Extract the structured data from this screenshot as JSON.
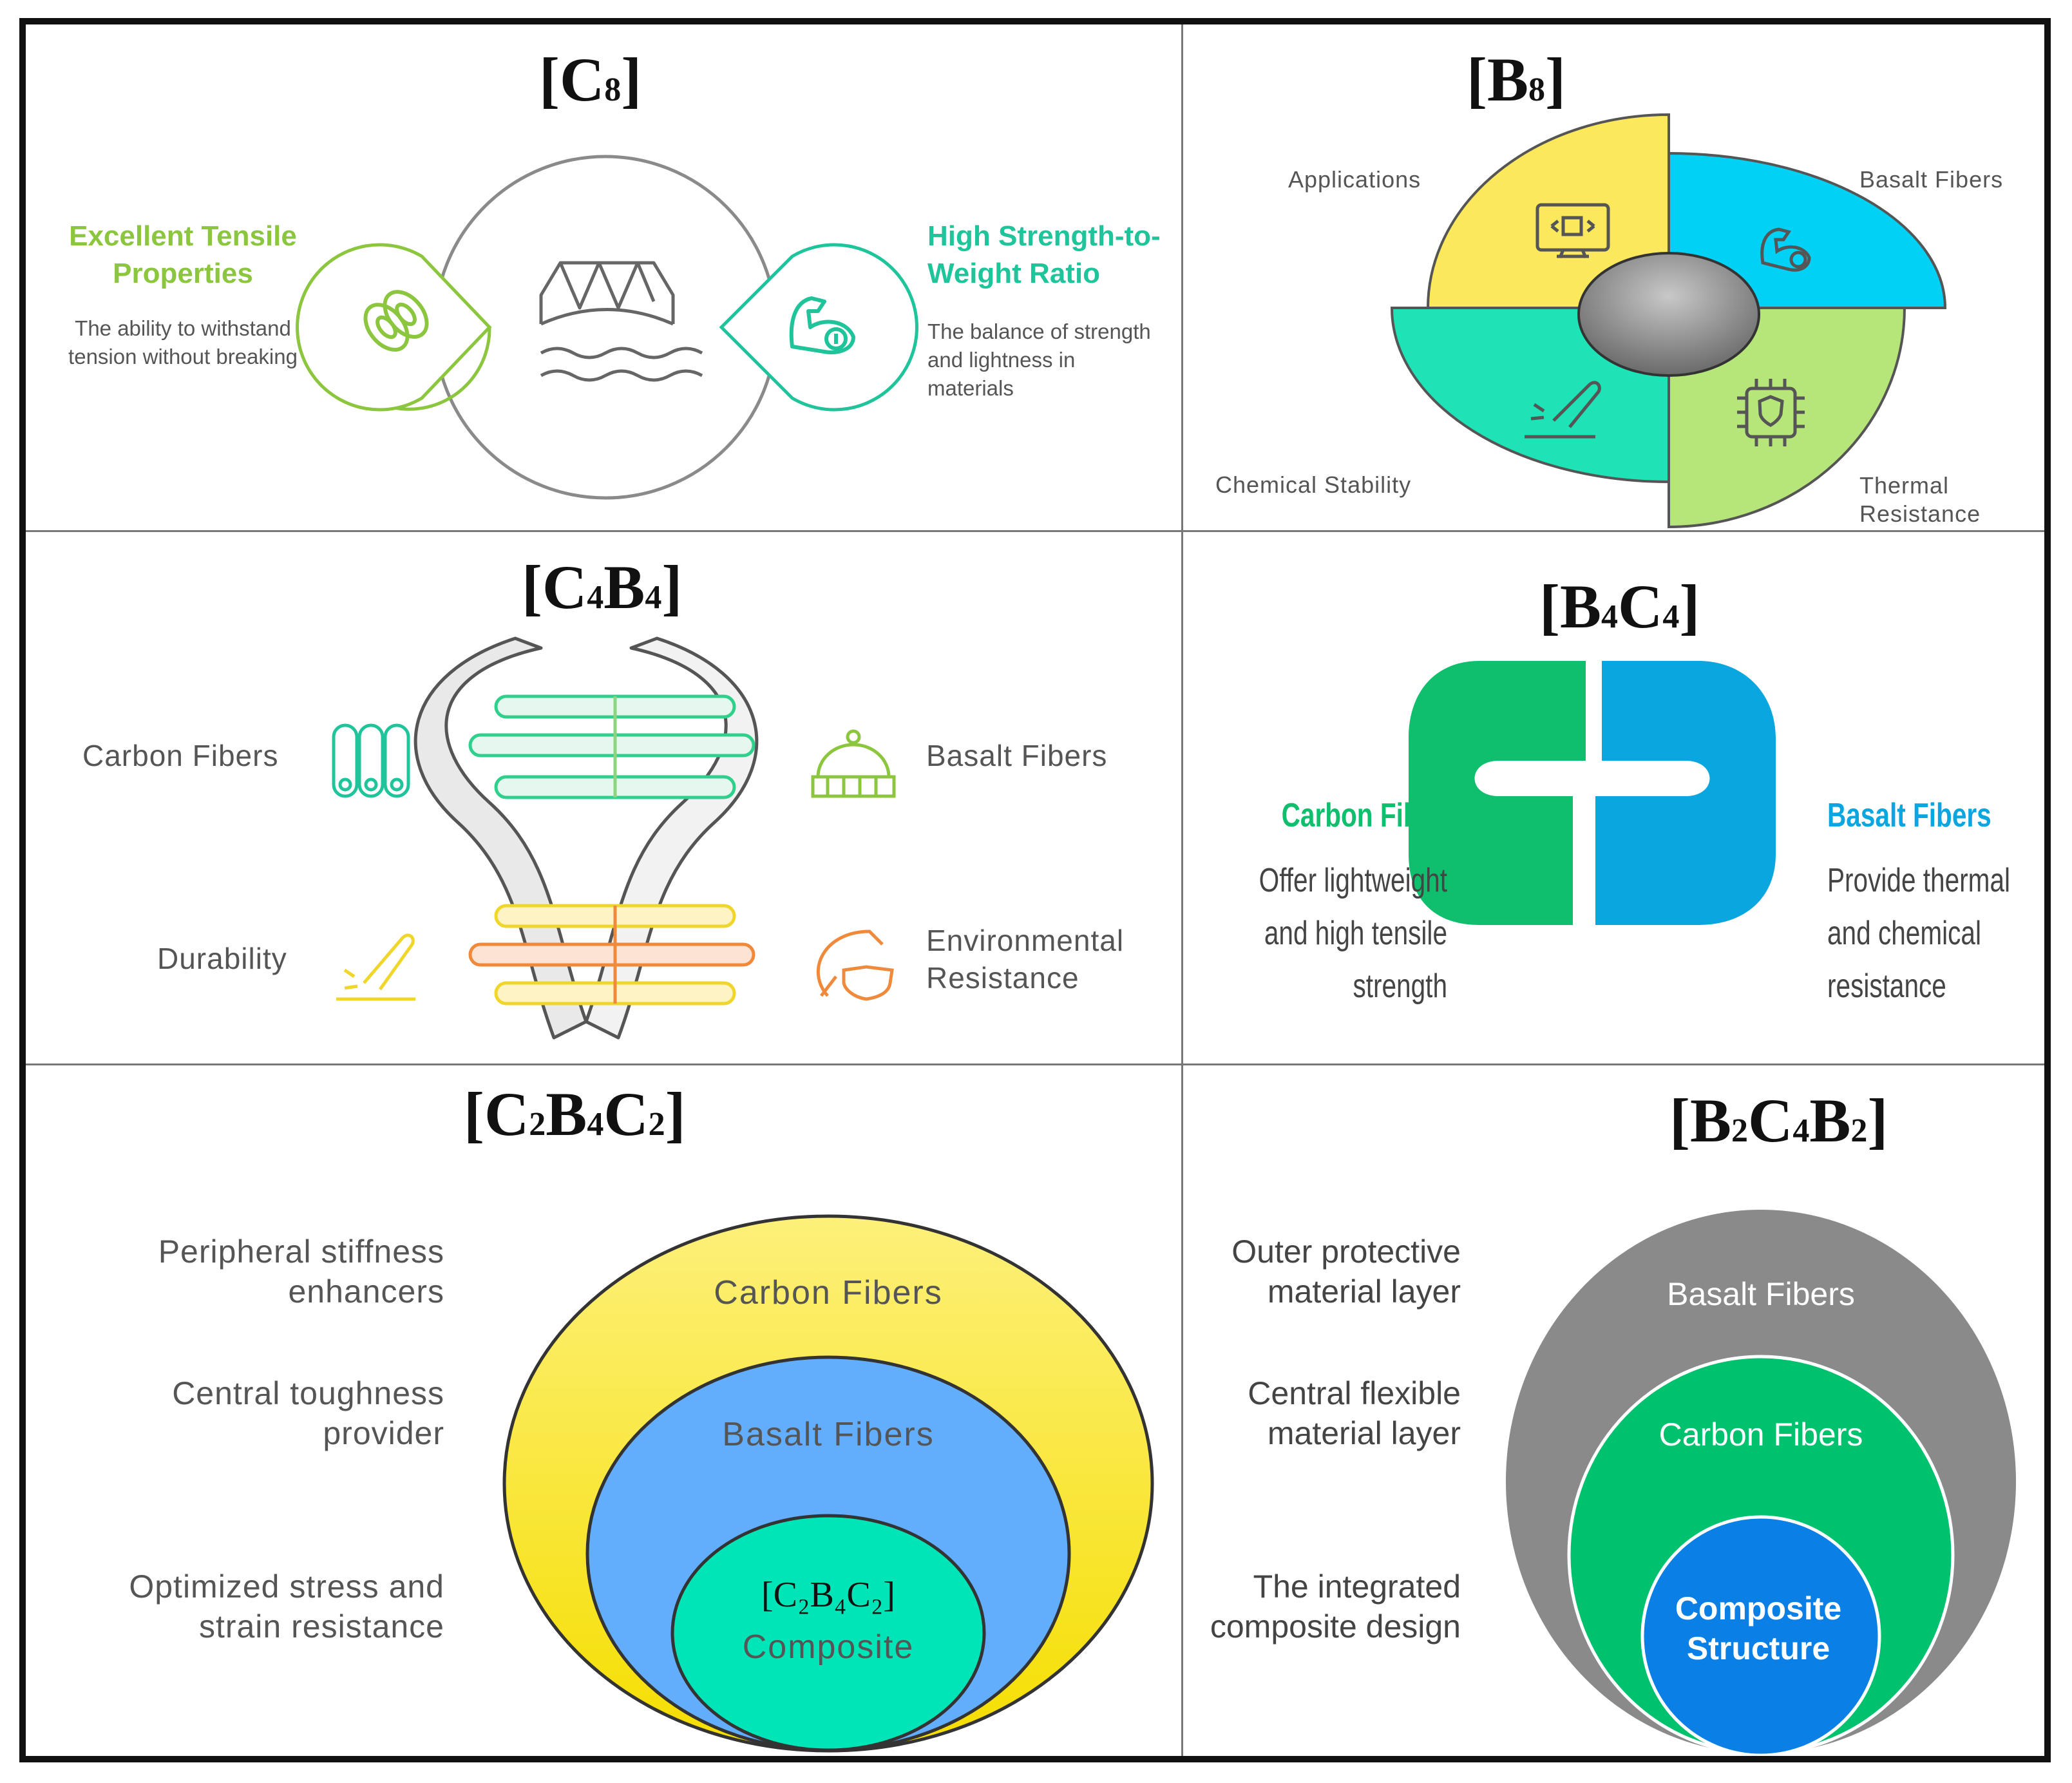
{
  "colors": {
    "c8_green": "#8cc63f",
    "c8_teal": "#1fc49a",
    "b8_yellow": "#fbe85c",
    "b8_cyan": "#00d1f5",
    "b8_teal": "#1de3b7",
    "b8_lightgreen": "#b6e57a",
    "c4b4_green": "#2fcf8c",
    "c4b4_yellow": "#f0d62a",
    "c4b4_orange": "#ef8a3c",
    "b4c4_green": "#0fbf6e",
    "b4c4_blue": "#0aa6e0",
    "c2b4c2_yellow": "#fbe93f",
    "c2b4c2_blue": "#62aefc",
    "c2b4c2_teal": "#00e5b7",
    "b2c4b2_grey": "#8a8a8a",
    "b2c4b2_green": "#00c26e",
    "b2c4b2_blue": "#0a7fe6"
  },
  "c8": {
    "title_main": "[C",
    "title_sub": "8",
    "title_end": "]",
    "left_heading_line1": "Excellent Tensile",
    "left_heading_line2": "Properties",
    "left_desc_line1": "The ability to withstand",
    "left_desc_line2": "tension without breaking",
    "right_heading_line1": "High Strength-to-",
    "right_heading_line2": "Weight Ratio",
    "right_desc_line1": "The balance of strength",
    "right_desc_line2": "and lightness in",
    "right_desc_line3": "materials",
    "icons": [
      "rope-icon",
      "bridge-icon",
      "muscle-weight-icon"
    ]
  },
  "b8": {
    "title_main": "[B",
    "title_sub": "8",
    "title_end": "]",
    "labels": {
      "applications": "Applications",
      "basalt_fibers": "Basalt Fibers",
      "chemical_stability": "Chemical Stability",
      "thermal_line1": "Thermal",
      "thermal_line2": "Resistance"
    },
    "icons": [
      "monitor-icon",
      "muscle-icon",
      "knife-icon",
      "chip-shield-icon"
    ]
  },
  "c4b4": {
    "title_main": "[C",
    "title_sub1": "4",
    "title_mid": "B",
    "title_sub2": "4",
    "title_end": "]",
    "carbon_fibers": "Carbon Fibers",
    "basalt_fibers": "Basalt Fibers",
    "durability": "Durability",
    "env_line1": "Environmental",
    "env_line2": "Resistance",
    "icons": [
      "fiber-rolls-icon",
      "dome-icon",
      "knife-icon",
      "shield-arc-icon"
    ]
  },
  "b4c4": {
    "title_main": "[B",
    "title_sub1": "4",
    "title_mid": "C",
    "title_sub2": "4",
    "title_end": "]",
    "left_heading": "Carbon Fibers",
    "left_desc_line1": "Offer lightweight",
    "left_desc_line2": "and high tensile",
    "left_desc_line3": "strength",
    "right_heading": "Basalt Fibers",
    "right_desc_line1": "Provide thermal",
    "right_desc_line2": "and chemical",
    "right_desc_line3": "resistance"
  },
  "c2b4c2": {
    "title_a": "[C",
    "title_s1": "2",
    "title_b": "B",
    "title_s2": "4",
    "title_c": "C",
    "title_s3": "2",
    "title_end": "]",
    "side_1_line1": "Peripheral stiffness",
    "side_1_line2": "enhancers",
    "side_2_line1": "Central toughness",
    "side_2_line2": "provider",
    "side_3_line1": "Optimized stress and",
    "side_3_line2": "strain resistance",
    "outer": "Carbon Fibers",
    "middle": "Basalt Fibers",
    "inner_code": "[C₂B₄C₂]",
    "inner": "Composite"
  },
  "b2c4b2": {
    "title_a": "[B",
    "title_s1": "2",
    "title_b": "C",
    "title_s2": "4",
    "title_c": "B",
    "title_s3": "2",
    "title_end": "]",
    "side_1_line1": "Outer protective",
    "side_1_line2": "material layer",
    "side_2_line1": "Central flexible",
    "side_2_line2": "material layer",
    "side_3_line1": "The integrated",
    "side_3_line2": "composite design",
    "outer": "Basalt Fibers",
    "middle": "Carbon Fibers",
    "inner_line1": "Composite",
    "inner_line2": "Structure"
  }
}
